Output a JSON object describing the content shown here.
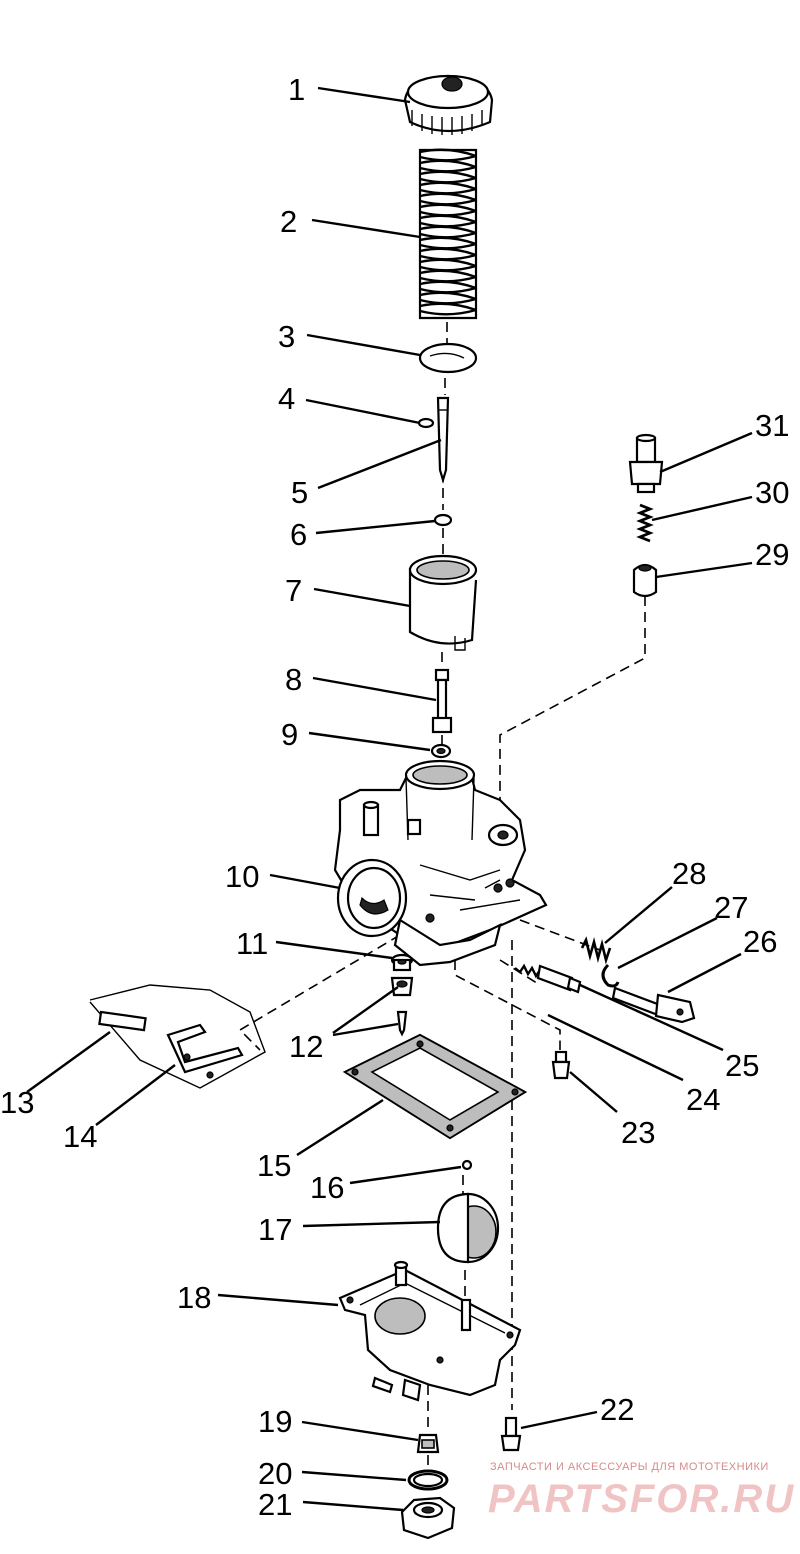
{
  "callouts": [
    {
      "id": "1",
      "text": "1"
    },
    {
      "id": "2",
      "text": "2"
    },
    {
      "id": "3",
      "text": "3"
    },
    {
      "id": "4",
      "text": "4"
    },
    {
      "id": "5",
      "text": "5"
    },
    {
      "id": "6",
      "text": "6"
    },
    {
      "id": "7",
      "text": "7"
    },
    {
      "id": "8",
      "text": "8"
    },
    {
      "id": "9",
      "text": "9"
    },
    {
      "id": "10",
      "text": "10"
    },
    {
      "id": "11",
      "text": "11"
    },
    {
      "id": "12",
      "text": "12"
    },
    {
      "id": "13",
      "text": "13"
    },
    {
      "id": "14",
      "text": "14"
    },
    {
      "id": "15",
      "text": "15"
    },
    {
      "id": "16",
      "text": "16"
    },
    {
      "id": "17",
      "text": "17"
    },
    {
      "id": "18",
      "text": "18"
    },
    {
      "id": "19",
      "text": "19"
    },
    {
      "id": "20",
      "text": "20"
    },
    {
      "id": "21",
      "text": "21"
    },
    {
      "id": "22",
      "text": "22"
    },
    {
      "id": "23",
      "text": "23"
    },
    {
      "id": "24",
      "text": "24"
    },
    {
      "id": "25",
      "text": "25"
    },
    {
      "id": "26",
      "text": "26"
    },
    {
      "id": "27",
      "text": "27"
    },
    {
      "id": "28",
      "text": "28"
    },
    {
      "id": "29",
      "text": "29"
    },
    {
      "id": "30",
      "text": "30"
    },
    {
      "id": "31",
      "text": "31"
    }
  ],
  "watermark": {
    "tagline": "ЗАПЧАСТИ И АКСЕССУАРЫ ДЛЯ МОТОТЕХНИКИ",
    "brand": "PARTSFOR.RU"
  },
  "colors": {
    "line": "#000000",
    "background": "#ffffff",
    "watermark": "#e8a0a0"
  }
}
